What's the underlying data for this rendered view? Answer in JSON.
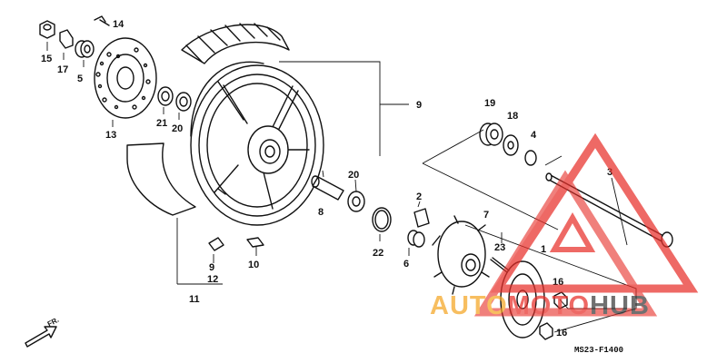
{
  "callouts": {
    "c1": "1",
    "c2": "2",
    "c3": "3",
    "c4": "4",
    "c5": "5",
    "c6": "6",
    "c7": "7",
    "c8": "8",
    "c9a": "9",
    "c9b": "9",
    "c10": "10",
    "c11": "11",
    "c12": "12",
    "c13": "13",
    "c14": "14",
    "c15": "15",
    "c16a": "16",
    "c16b": "16",
    "c17": "17",
    "c18": "18",
    "c19": "19",
    "c20a": "20",
    "c20b": "20",
    "c21": "21",
    "c22": "22",
    "c23": "23"
  },
  "diagram_code": "MS23-F1400",
  "direction_label": "FR.",
  "watermark": {
    "part1": "AUTO",
    "part2": "MOTO",
    "part3": "HUB"
  },
  "colors": {
    "line": "#111111",
    "watermark_red": "#e8302a",
    "watermark_orange": "#f5a623",
    "watermark_dark": "#3a3a3a"
  }
}
